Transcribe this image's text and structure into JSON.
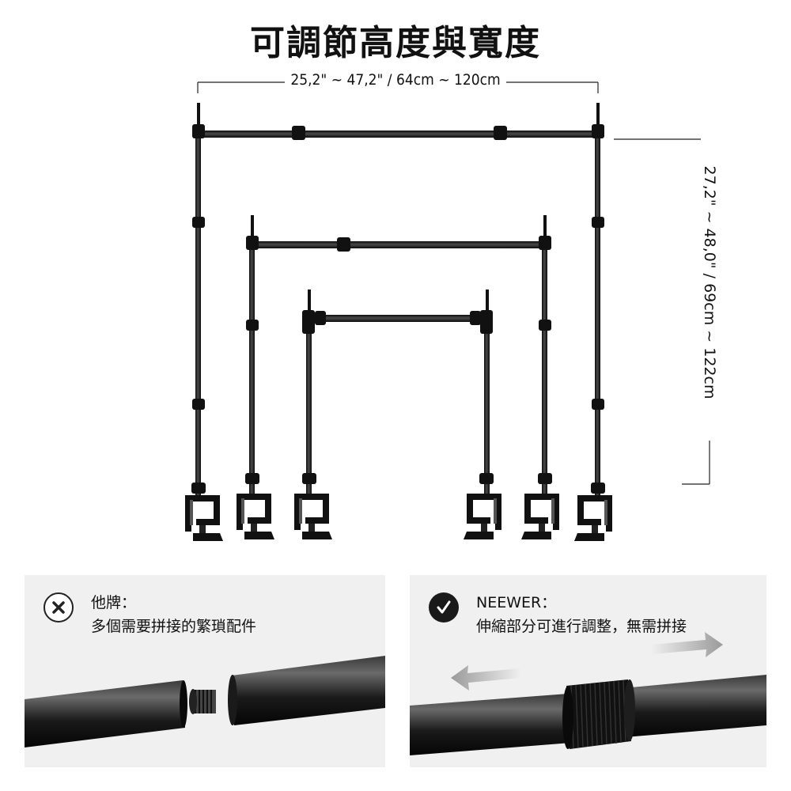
{
  "header": {
    "title": "可調節高度與寬度"
  },
  "dimensions": {
    "width_label": "25,2\" ~ 47,2\" / 64cm ~ 120cm",
    "height_label": "27,2\" ~ 48,0\" / 69cm ~ 122cm"
  },
  "comparison": {
    "other": {
      "title": "他牌：",
      "description": "多個需要拼接的繁瑣配件",
      "icon": "x-icon"
    },
    "neewer": {
      "title": "NEEWER：",
      "description": "伸縮部分可進行調整，無需拼接",
      "icon": "check-icon"
    }
  }
}
